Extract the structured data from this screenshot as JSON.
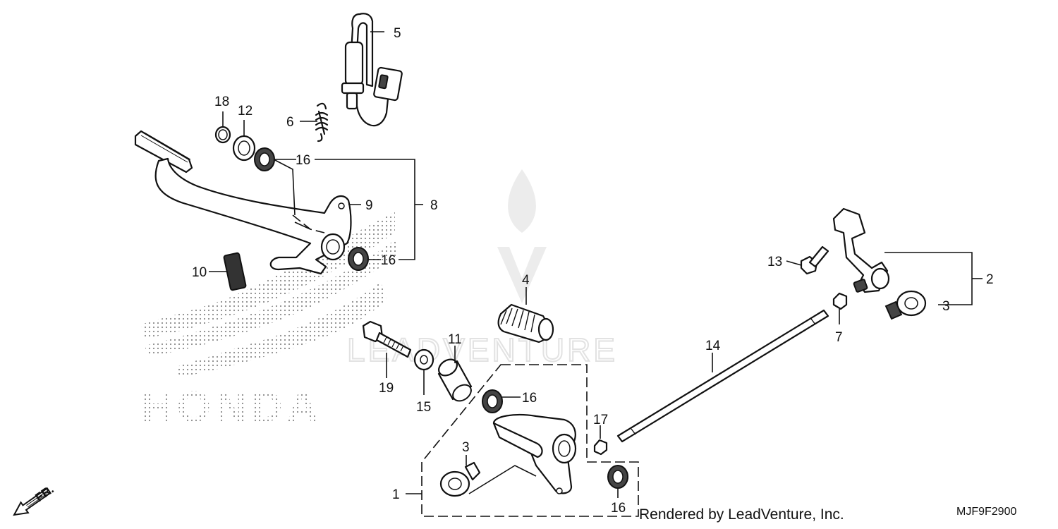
{
  "diagram": {
    "brand_text": "HONDA",
    "watermark_text": "LEADVENTURE",
    "front_label": "FR.",
    "footer_credit": "Rendered by LeadVenture, Inc.",
    "diagram_code": "MJF9F2900"
  },
  "callouts": {
    "c1": "1",
    "c2": "2",
    "c3a": "3",
    "c3b": "3",
    "c4": "4",
    "c5": "5",
    "c6": "6",
    "c7": "7",
    "c8": "8",
    "c9": "9",
    "c10": "10",
    "c11": "11",
    "c12": "12",
    "c13": "13",
    "c14": "14",
    "c15": "15",
    "c16a": "16",
    "c16b": "16",
    "c16c": "16",
    "c16d": "16",
    "c17": "17",
    "c18": "18",
    "c19": "19"
  }
}
